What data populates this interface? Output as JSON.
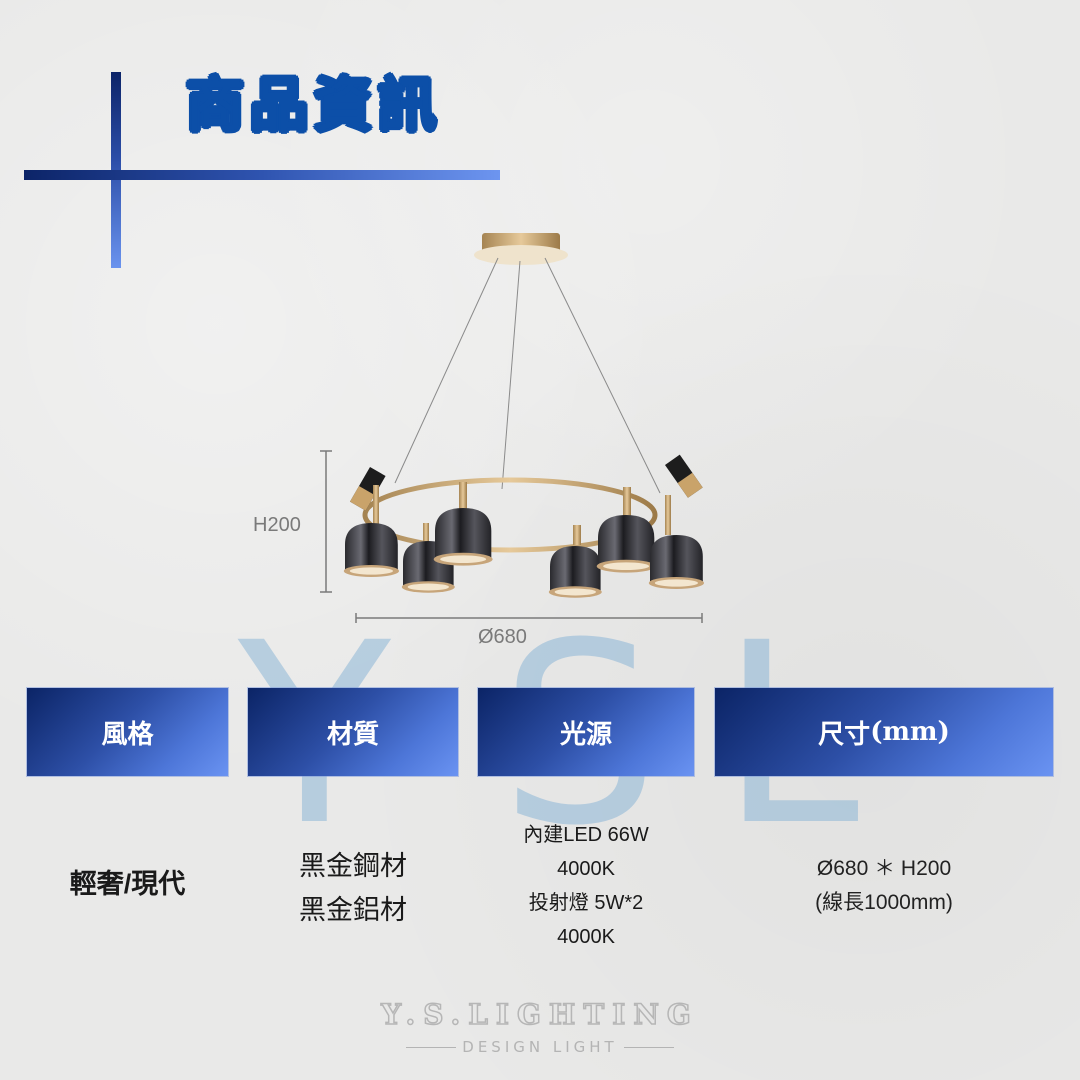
{
  "header": {
    "title": "商品資訊",
    "accent_color": "#0c4fa8"
  },
  "watermark": {
    "letters": [
      "Y",
      "S",
      "L"
    ],
    "color": "#78aad2"
  },
  "product_image": {
    "description": "Black-gold ring chandelier with six smoky-chrome bell shades and two spotlights",
    "height_label": "H200",
    "diameter_label": "Ø680"
  },
  "spec_table": {
    "headers": [
      {
        "label": "風格"
      },
      {
        "label": "材質"
      },
      {
        "label": "光源"
      },
      {
        "label": "尺寸",
        "unit": "(mm)"
      }
    ],
    "style": {
      "value": "輕奢/現代"
    },
    "material": {
      "lines": [
        "黑金鋼材",
        "黑金鋁材"
      ]
    },
    "light_source": {
      "lines": [
        "內建LED 66W",
        "4000K",
        "投射燈 5W*2",
        "4000K"
      ]
    },
    "size": {
      "lines": [
        "Ø680 ＊ H200",
        "(線長1000mm)"
      ]
    },
    "header_gradient": [
      "#0b2466",
      "#6a93f2"
    ]
  },
  "footer": {
    "brand": "Y.S.LIGHTING",
    "tagline": "DESIGN LIGHT"
  }
}
